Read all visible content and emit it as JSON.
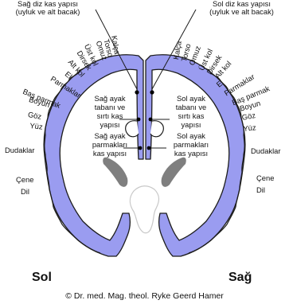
{
  "colors": {
    "cortex_fill": "#9a9cf0",
    "cortex_stroke": "#1c1c1c",
    "ganglia_fill": "#7f7f7f"
  },
  "top_left": {
    "line1": "Sağ diz kas yapısı",
    "line2": "(uyluk ve alt bacak)"
  },
  "top_right": {
    "line1": "Sol diz kas yapısı",
    "line2": "(uyluk ve alt bacak)"
  },
  "left_labels": [
    {
      "text": "Kalça"
    },
    {
      "text": "Torso"
    },
    {
      "text": "Omuz"
    },
    {
      "text": "Üst kol"
    },
    {
      "text": "Dirsek"
    },
    {
      "text": "Alt kol"
    },
    {
      "text": "El"
    },
    {
      "text": "Parmaklar"
    },
    {
      "text": "Baş parmak"
    },
    {
      "text": "Boyun"
    },
    {
      "text": "Göz"
    },
    {
      "text": "Yüz"
    },
    {
      "text": "Dudaklar"
    },
    {
      "text": "Çene"
    },
    {
      "text": "Dil"
    }
  ],
  "right_labels": [
    {
      "text": "Kalça"
    },
    {
      "text": "Torso"
    },
    {
      "text": "Omuz"
    },
    {
      "text": "Üst kol"
    },
    {
      "text": "Dirsek"
    },
    {
      "text": "Alt kol"
    },
    {
      "text": "El"
    },
    {
      "text": "Parmaklar"
    },
    {
      "text": "Baş parmak"
    },
    {
      "text": "Boyun"
    },
    {
      "text": "Göz"
    },
    {
      "text": "Yüz"
    },
    {
      "text": "Dudaklar"
    },
    {
      "text": "Çene"
    },
    {
      "text": "Dil"
    }
  ],
  "center_left": {
    "foot_l1": "Sağ ayak",
    "foot_l2": "tabanı ve",
    "foot_l3": "sırtı kas",
    "foot_l4": "yapısı",
    "toes_l1": "Sağ ayak",
    "toes_l2": "parmakları",
    "toes_l3": "kas yapısı"
  },
  "center_right": {
    "foot_l1": "Sol ayak",
    "foot_l2": "tabanı ve",
    "foot_l3": "sırtı kas",
    "foot_l4": "yapısı",
    "toes_l1": "Sol ayak",
    "toes_l2": "parmakları",
    "toes_l3": "kas yapısı"
  },
  "hemisphere_labels": {
    "left": "Sol",
    "right": "Sağ"
  },
  "copyright": "© Dr. med. Mag. theol. Ryke Geerd Hamer"
}
